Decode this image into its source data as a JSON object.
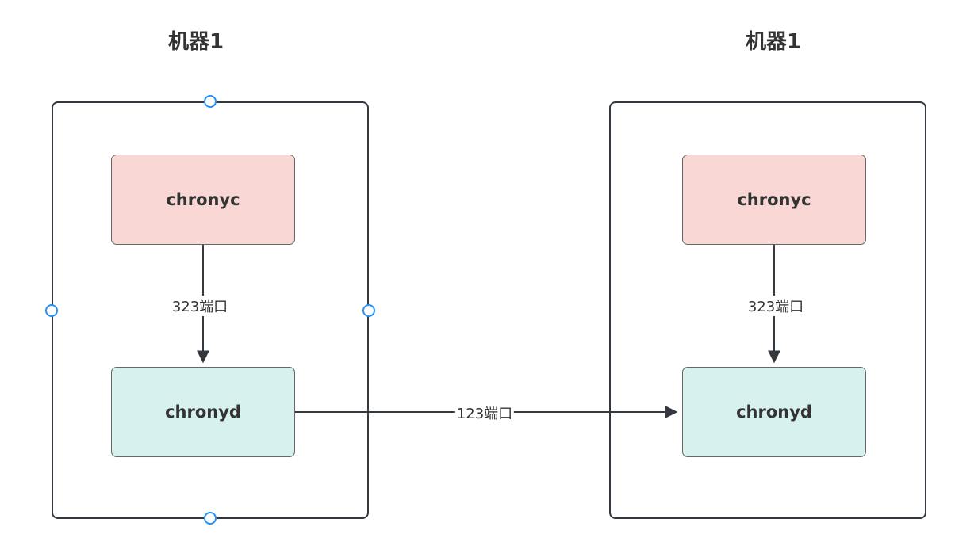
{
  "diagram": {
    "machines": [
      {
        "title": "机器1",
        "client_label": "chronyc",
        "daemon_label": "chronyd",
        "port_arrow_label": "323端口"
      },
      {
        "title": "机器1",
        "client_label": "chronyc",
        "daemon_label": "chronyd",
        "port_arrow_label": "323端口"
      }
    ],
    "link_arrow_label": "123端口",
    "colors": {
      "client_fill": "#f8d7d5",
      "client_border": "#666666",
      "daemon_fill": "#d7f1ef",
      "daemon_border": "#666666",
      "container_border": "#32383e",
      "arrow": "#32383e",
      "handle_stroke": "#2a8ff2",
      "text": "#333333"
    }
  }
}
